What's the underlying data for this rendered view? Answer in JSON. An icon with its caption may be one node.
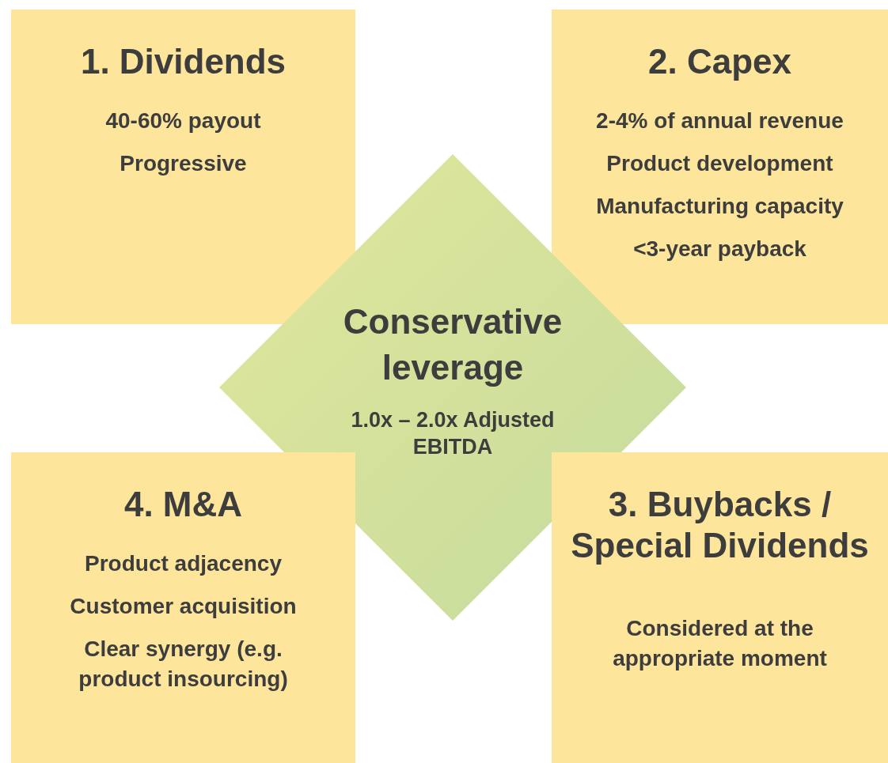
{
  "diagram": {
    "nodes": [
      {
        "text": [
          "1. Dividends",
          "40-60% payout",
          "Progressive"
        ]
      },
      {
        "text": [
          "2. Capex",
          "2-4% of annual revenue",
          "Product development",
          "Manufacturing capacity",
          "<3-year payback"
        ]
      },
      {
        "text": [
          "Conservative leverage",
          "1.0x – 2.0x Adjusted EBITDA"
        ]
      },
      {
        "text": [
          "4. M&A",
          "Product adjacency",
          "Customer acquisition",
          "Clear synergy (e.g. product insourcing)"
        ]
      },
      {
        "text": [
          "3. Buybacks / Special Dividends",
          "Considered at the appropriate moment"
        ]
      }
    ]
  }
}
